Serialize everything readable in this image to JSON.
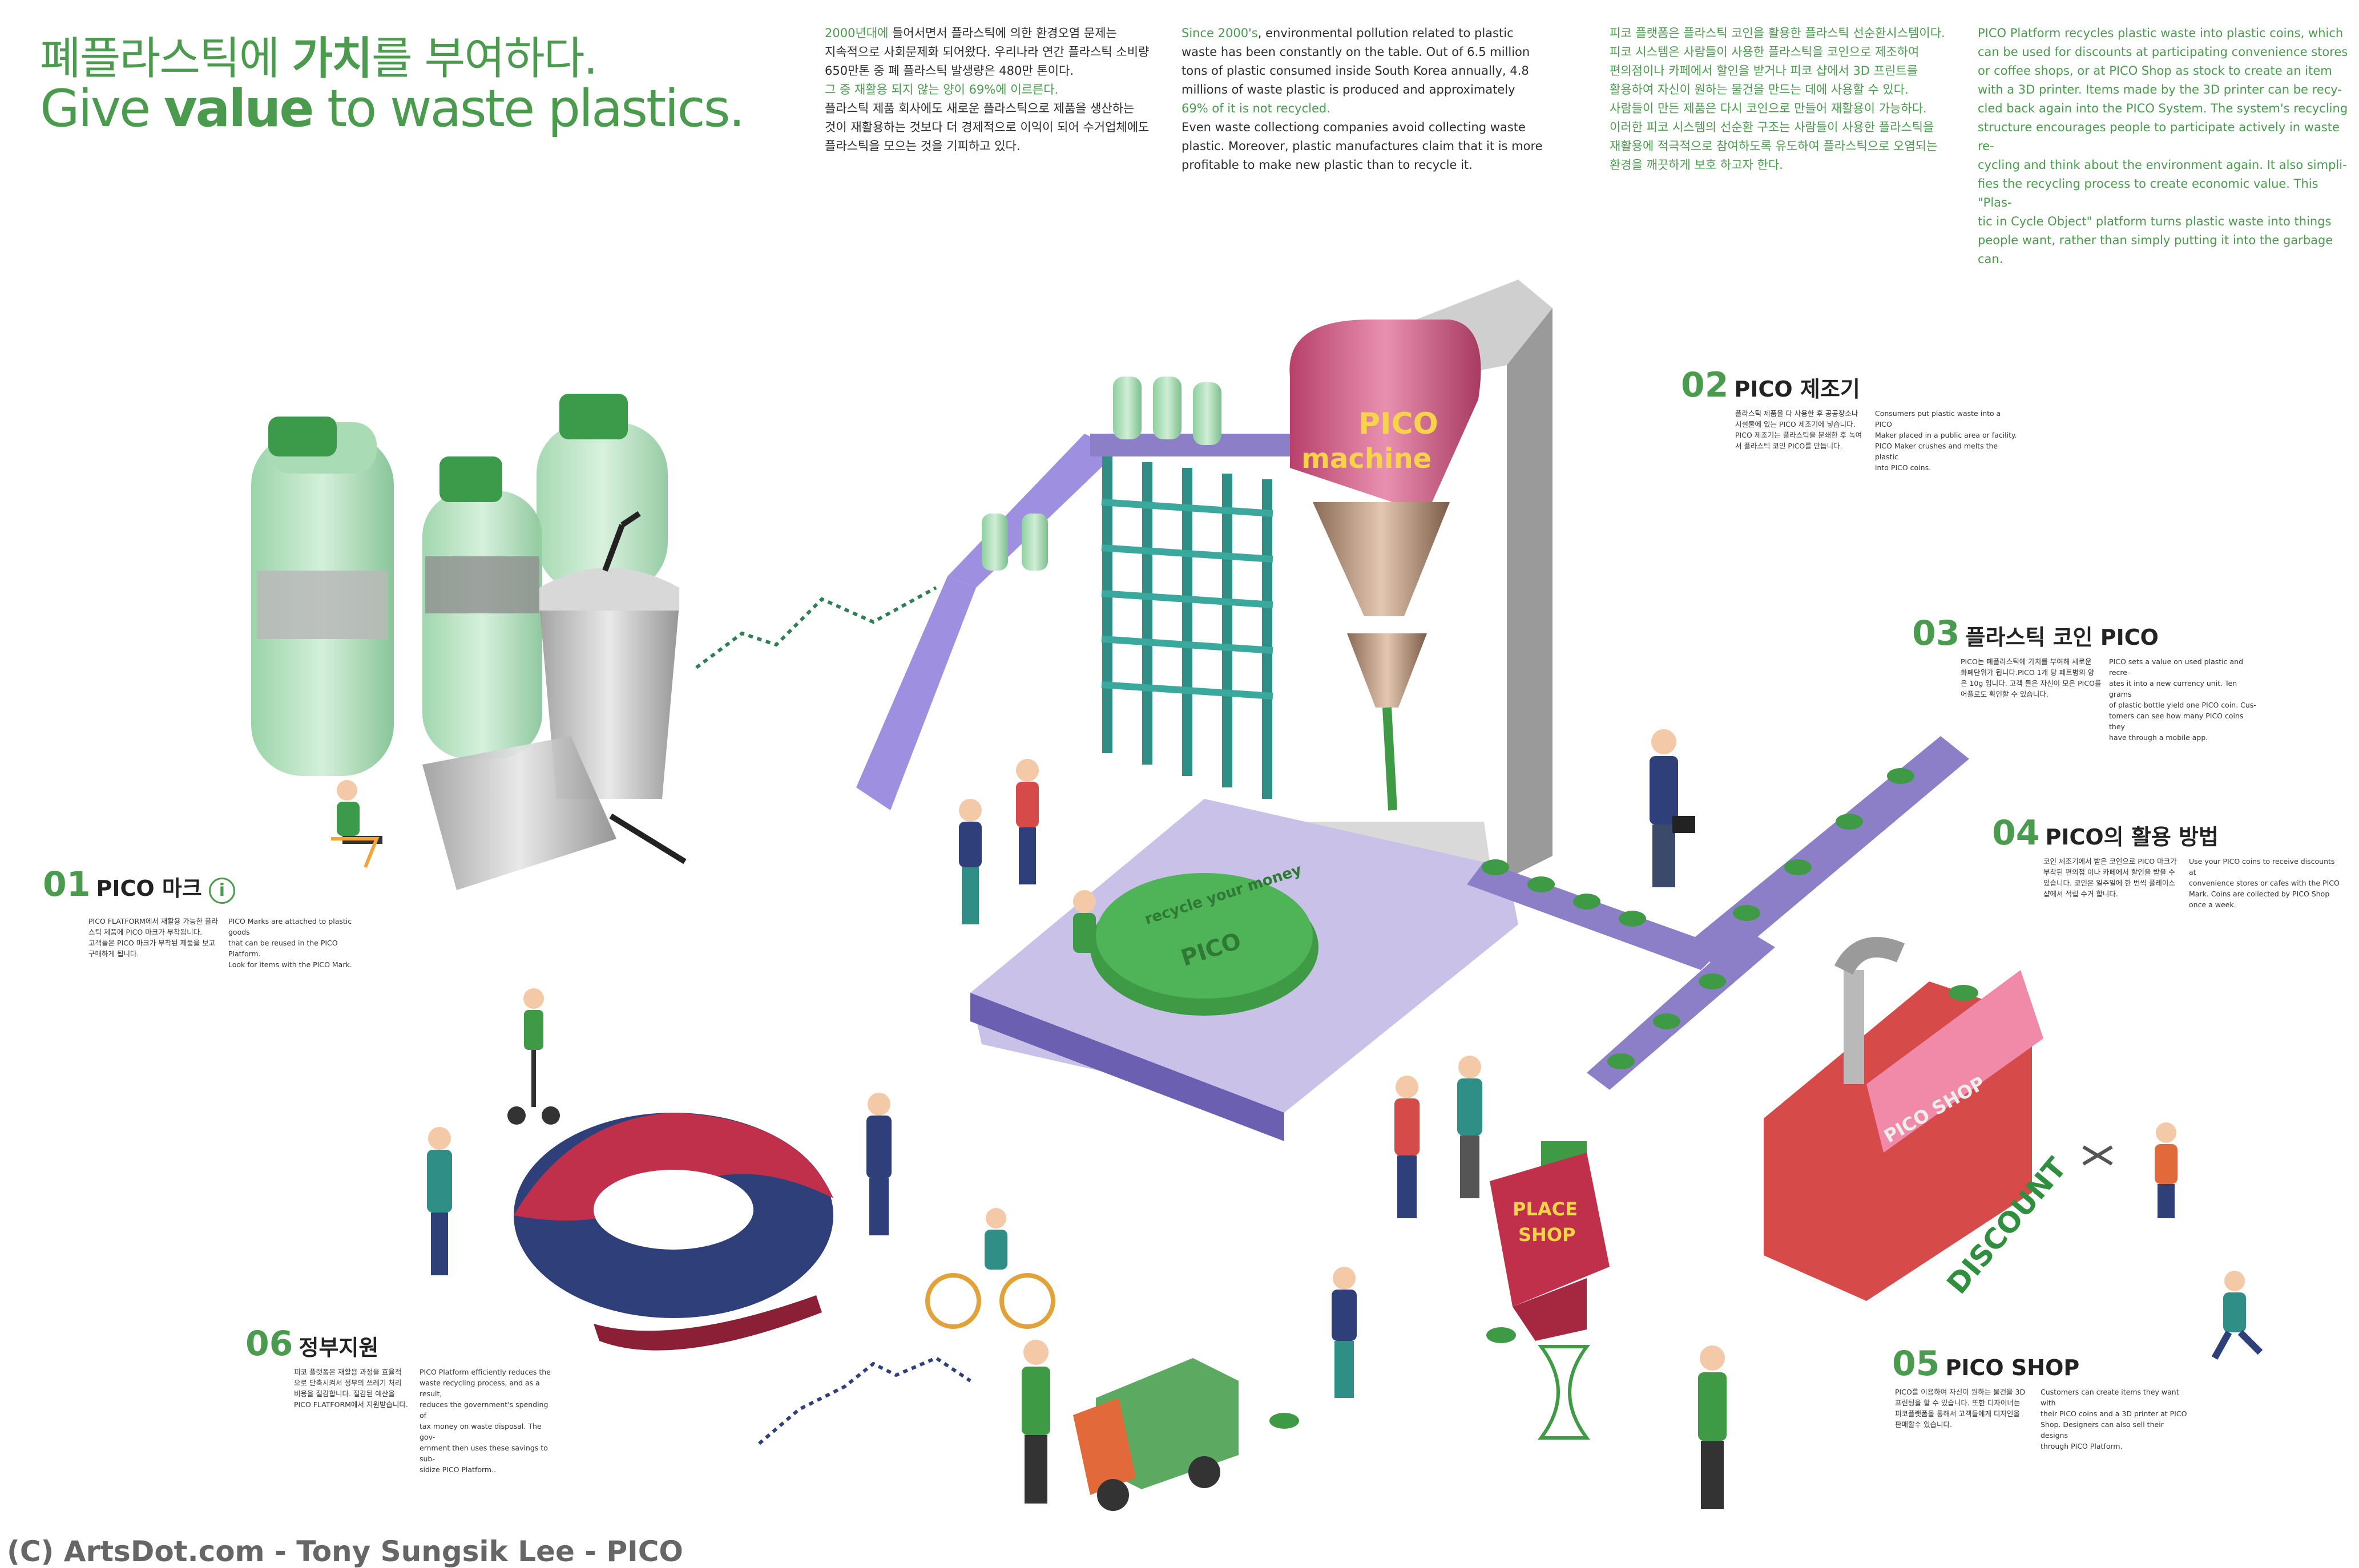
{
  "header": {
    "title_ko_pre": "폐플라스틱에 ",
    "title_ko_bold": "가치",
    "title_ko_post": "를 부여하다.",
    "title_en_pre": "Give ",
    "title_en_bold": "value",
    "title_en_post": " to waste plastics."
  },
  "intro": {
    "ko_left_1": "2000년대에",
    "ko_left_2": " 들어서면서 플라스틱에 의한 환경오염 문제는\n지속적으로 사회문제화 되어왔다. 우리나라 연간 플라스틱 소비량\n650만톤 중 폐 플라스틱 발생량은 480만 톤이다.",
    "ko_left_3": "그 중 재활용 되지 않는 양이 69%에 이르른다.",
    "ko_left_4": "플라스틱 제품 회사에도 새로운 플라스틱으로 제품을 생산하는\n것이 재활용하는 것보다 더 경제적으로 이익이 되어 수거업체에도\n플라스틱을 모으는 것을 기피하고 있다.",
    "en_left_1": "Since 2000's",
    "en_left_2": ", environmental pollution related to plastic\nwaste has been constantly on the table. Out of 6.5 million\ntons of plastic consumed inside South Korea annually, 4.8\nmillions of waste plastic is produced and approximately",
    "en_left_3": "69% of it is not recycled.",
    "en_left_4": "Even waste collectiong companies avoid collecting waste\nplastic. Moreover, plastic manufactures claim that it is more\nprofitable to make new plastic than to recycle it.",
    "ko_right": "피코 플랫폼은 플라스틱 코인을 활용한 플라스틱 선순환시스템이다.\n피코 시스템은 사람들이 사용한 플라스틱을 코인으로 제조하여\n편의점이나 카페에서 할인을 받거나 피코 샵에서 3D 프린트를\n활용하여 자신이 원하는 물건을 만드는 데에 사용할 수 있다.\n사람들이 만든 제품은 다시 코인으로 만들어 재활용이 가능하다.\n이러한 피코 시스템의 선순환 구조는 사람들이 사용한 플라스틱을\n재활용에 적극적으로 참여하도록 유도하여 플라스틱으로 오염되는\n환경을 깨끗하게 보호 하고자 한다.",
    "en_right": "PICO Platform recycles plastic waste into plastic coins, which\ncan be used for discounts at participating convenience stores\nor coffee shops, or at PICO Shop as stock to create an item\nwith a 3D printer. Items made by the 3D printer can be recy-\ncled back again into the PICO System. The system's recycling\nstructure encourages people to participate actively in waste re-\ncycling and think about the environment again. It also simpli-\nfies the recycling process to create economic value. This \"Plas-\ntic in Cycle Object\" platform turns plastic waste into things\npeople want, rather than simply putting it into the garbage\ncan."
  },
  "sections": [
    {
      "num": "01",
      "title": "PICO 마크",
      "ko": "PICO FLATFORM에서 재활용 가능한 플라\n스틱 제품에 PICO 마크가 부착됩니다.\n고객들은 PICO 마크가 부착된 제품을 보고\n구매하게 됩니다.",
      "en": "PICO Marks are attached to plastic goods\nthat can be reused in the PICO Platform.\nLook for items with the PICO Mark."
    },
    {
      "num": "02",
      "title": "PICO 제조기",
      "ko": "플라스틱 제품을 다 사용한 후 공공장소나\n시설물에 있는 PICO 제조기에 넣습니다.\nPICO 제조기는 플라스틱을 분쇄한 후 녹여\n서 플라스틱 코인 PICO를 만듭니다.",
      "en": "Consumers put plastic waste into a PICO\nMaker placed in a public area or facility.\nPICO Maker crushes and melts the plastic\ninto PICO coins."
    },
    {
      "num": "03",
      "title": "플라스틱 코인 PICO",
      "ko": "PICO는 폐플라스틱에 가치를 부여해 새로운\n화폐단위가 됩니다.PICO 1개 당 페트병의 양\n은 10g 입니다. 고객 들은 자신이 모은 PICO를\n어플로도 확인할 수 있습니다.",
      "en": "PICO sets a value on used plastic and recre-\nates it into a new currency unit. Ten grams\nof plastic bottle yield one PICO coin. Cus-\ntomers can see how many PICO coins they\nhave through a mobile app."
    },
    {
      "num": "04",
      "title": "PICO의 활용 방법",
      "ko": "코인 제조기에서 받은 코인으로 PICO 마크가\n부착된 편의점 이나 카페에서 할인을 받을 수\n있습니다. 코인은 일주일에 한 번씩 플레이스\n샵에서 적립 수거 합니다.",
      "en": "Use your PICO coins to receive discounts at\nconvenience stores or cafes with the PICO\nMark. Coins are collected by PICO Shop\nonce a week."
    },
    {
      "num": "05",
      "title": "PICO SHOP",
      "ko": "PICO를 이용하여 자신이 원하는 물건을 3D\n프린팅을 할 수 있습니다. 또한 디자이너는\n피코플랫폼을 통해서 고객들에게 디자인을\n판매할수 있습니다.",
      "en": "Customers can create items they want with\ntheir PICO coins and a 3D printer at PICO\nShop. Designers can also sell their designs\nthrough PICO Platform."
    },
    {
      "num": "06",
      "title": "정부지원",
      "ko": "피코 플랫폼은 재활용 과정을 효율적\n으로 단축시켜서 정부의 쓰레기 처리\n비용을 절감합니다. 절감된 예산을\nPICO FLATFORM에서 지원받습니다.",
      "en": "PICO Platform efficiently reduces the\nwaste recycling process, and as a result,\nreduces the government's spending of\ntax money on waste disposal. The gov-\nernment then uses these savings to sub-\nsidize PICO Platform.."
    }
  ],
  "illustration": {
    "machine_label_1": "PICO",
    "machine_label_2": "machine",
    "coin_text": "recycle your money",
    "coin_center": "PICO",
    "place_shop_1": "PLACE",
    "place_shop_2": "SHOP",
    "shop_sign": "PICO SHOP",
    "discount": "DISCOUNT"
  },
  "credit": "(C) ArtsDot.com - Tony Sungsik Lee - PICO",
  "colors": {
    "accent_green": "#4a9b4e",
    "coin_green": "#3f9a45",
    "purple": "#8d7fc7",
    "teal": "#2f8f86",
    "pink": "#c9557a",
    "red": "#d64a4a",
    "navy": "#2e3f7a"
  }
}
